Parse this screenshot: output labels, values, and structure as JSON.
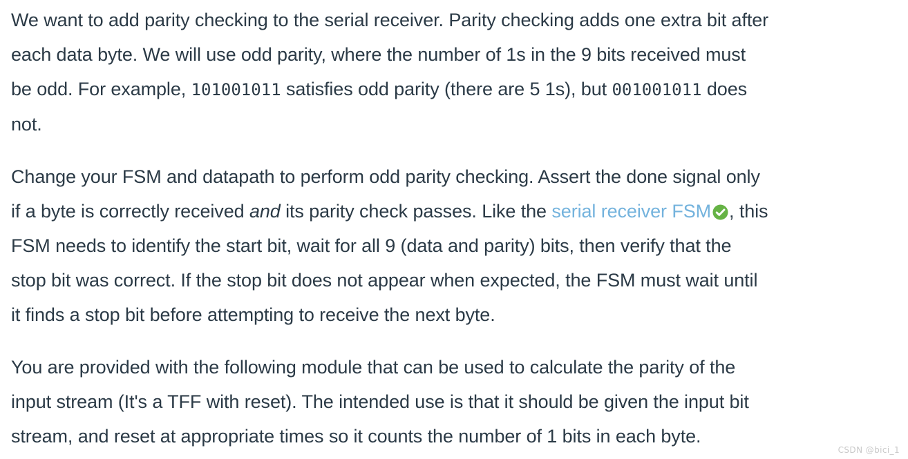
{
  "document": {
    "title": "Parity Checking Problem Statement",
    "body_text_color": "#2b3a46",
    "link_color": "#74b3dd",
    "background_color": "#ffffff"
  },
  "paragraphs": [
    {
      "id": "p1",
      "lines": [
        "We want to add parity checking to the serial receiver. Parity checking adds one extra bit after",
        "each data byte. We will use odd parity, where the number of 1s in the 9 bits received must",
        "be odd. For example, 101001011 satisfies odd parity (there are 5 1s), but 001001011 does",
        "not."
      ],
      "line1": "We want to add parity checking to the serial receiver. Parity checking adds one extra bit after",
      "line2": "each data byte. We will use odd parity, where the number of 1s in the 9 bits received must",
      "line3_a": "be odd. For example, ",
      "line3_code1": "101001011",
      "line3_b": " satisfies odd parity (there are 5 1s), but ",
      "line3_code2": "001001011",
      "line3_c": " does",
      "line4": "not."
    },
    {
      "id": "p2",
      "lines": [
        "Change your FSM and datapath to perform odd parity checking. Assert the done signal only",
        "if a byte is correctly received and its parity check passes. Like the serial receiver FSM, this",
        "FSM needs to identify the start bit, wait for all 9 (data and parity) bits, then verify that the",
        "stop bit was correct. If the stop bit does not appear when expected, the FSM must wait until",
        "it finds a stop bit before attempting to receive the next byte."
      ],
      "line1": "Change your FSM and datapath to perform odd parity checking. Assert the done signal only",
      "line2_a": "if a byte is correctly received ",
      "line2_italic": "and",
      "line2_b": " its parity check passes. Like the ",
      "line2_link": "serial receiver FSM",
      "line2_c": ", this",
      "line3": "FSM needs to identify the start bit, wait for all 9 (data and parity) bits, then verify that the",
      "line4": "stop bit was correct. If the stop bit does not appear when expected, the FSM must wait until",
      "line5": "it finds a stop bit before attempting to receive the next byte."
    },
    {
      "id": "p3",
      "lines": [
        "You are provided with the following module that can be used to calculate the parity of the",
        "input stream (It's a TFF with reset). The intended use is that it should be given the input bit",
        "stream, and reset at appropriate times so it counts the number of 1 bits in each byte."
      ],
      "line1": "You are provided with the following module that can be used to calculate the parity of the",
      "line2": "input stream (It's a TFF with reset). The intended use is that it should be given the input bit",
      "line3": "stream, and reset at appropriate times so it counts the number of 1 bits in each byte."
    }
  ],
  "icons": {
    "solved_check": {
      "name": "green-check-circle-icon",
      "circle_color": "#66b345",
      "check_color": "#ffffff",
      "meaning": "solved"
    }
  },
  "watermark": {
    "text": "CSDN @bici_1",
    "color": "#c9c9c9"
  }
}
